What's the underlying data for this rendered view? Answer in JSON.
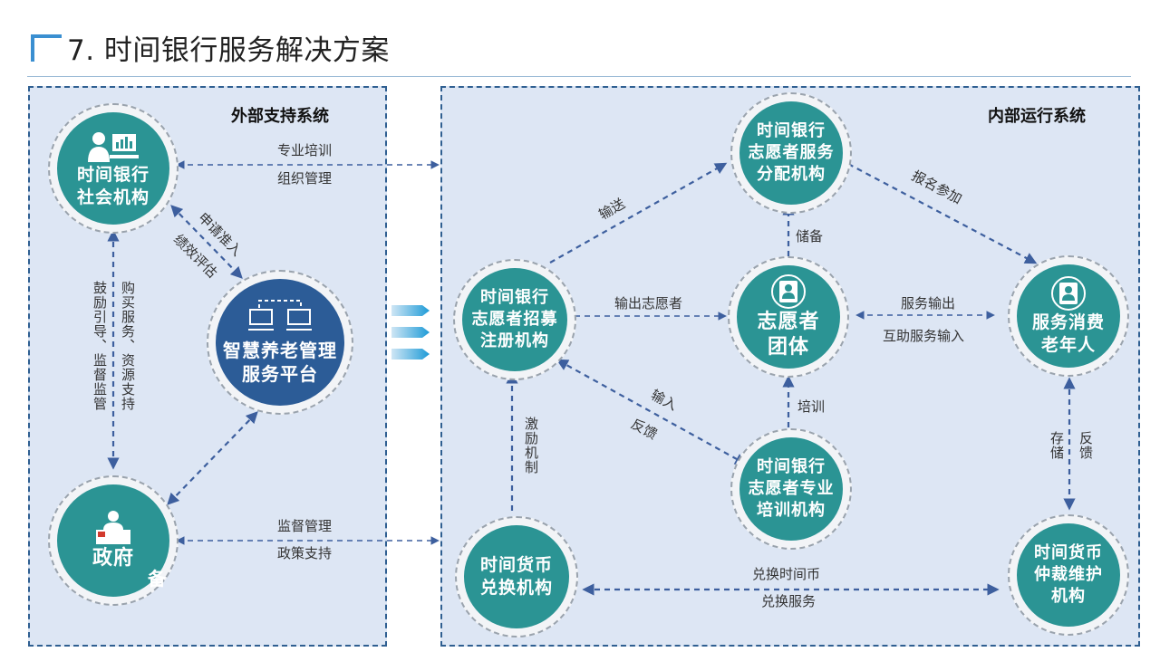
{
  "page_title": "7. 时间银行服务解决方案",
  "panels": {
    "external": "外部支持系统",
    "internal": "内部运行系统"
  },
  "nodes": {
    "social_org": "时间银行\n社会机构",
    "platform": "智慧养老管理\n服务平台",
    "government": "政府",
    "recruit": "时间银行\n志愿者招募\n注册机构",
    "allocate": "时间银行\n志愿者服务\n分配机构",
    "volunteer_group": "志愿者\n团体",
    "elderly": "服务消费\n老年人",
    "training": "时间银行\n志愿者专业\n培训机构",
    "exchange": "时间货币\n兑换机构",
    "arbitration": "时间货币\n仲裁维护\n机构"
  },
  "edge_labels": {
    "training_mgmt_1": "专业培训",
    "training_mgmt_2": "组织管理",
    "apply_access": "申请准入",
    "performance_eval": "绩效评估",
    "encourage_guide": "鼓励引导、监督监管",
    "purchase_support": "购买服务、资源支持",
    "supervise_mgmt": "监督管理",
    "policy_support": "政策支持",
    "transport": "输送",
    "signup_join": "报名参加",
    "reserve": "储备",
    "output_volunteers": "输出志愿者",
    "service_output": "服务输出",
    "mutual_input": "互助服务输入",
    "input": "输入",
    "feedback": "反馈",
    "train": "培训",
    "incentive": "激励机制",
    "store": "存储",
    "feedback_v": "反馈",
    "exchange_coin": "兑换时间币",
    "exchange_service": "兑换服务"
  },
  "stray_text": "备",
  "icons": {
    "social_org": "person-at-computer-icon",
    "platform": "networked-computers-icon",
    "government": "official-with-flag-icon",
    "volunteer_group": "person-badge-icon",
    "elderly": "person-badge-icon",
    "flow": "chevron-arrows-icon"
  },
  "colors": {
    "teal": "#2b9494",
    "navy": "#2c5c97",
    "panel_bg": "#dde6f4",
    "arrow": "#3d5f9e",
    "accent": "#3a8fd1"
  }
}
